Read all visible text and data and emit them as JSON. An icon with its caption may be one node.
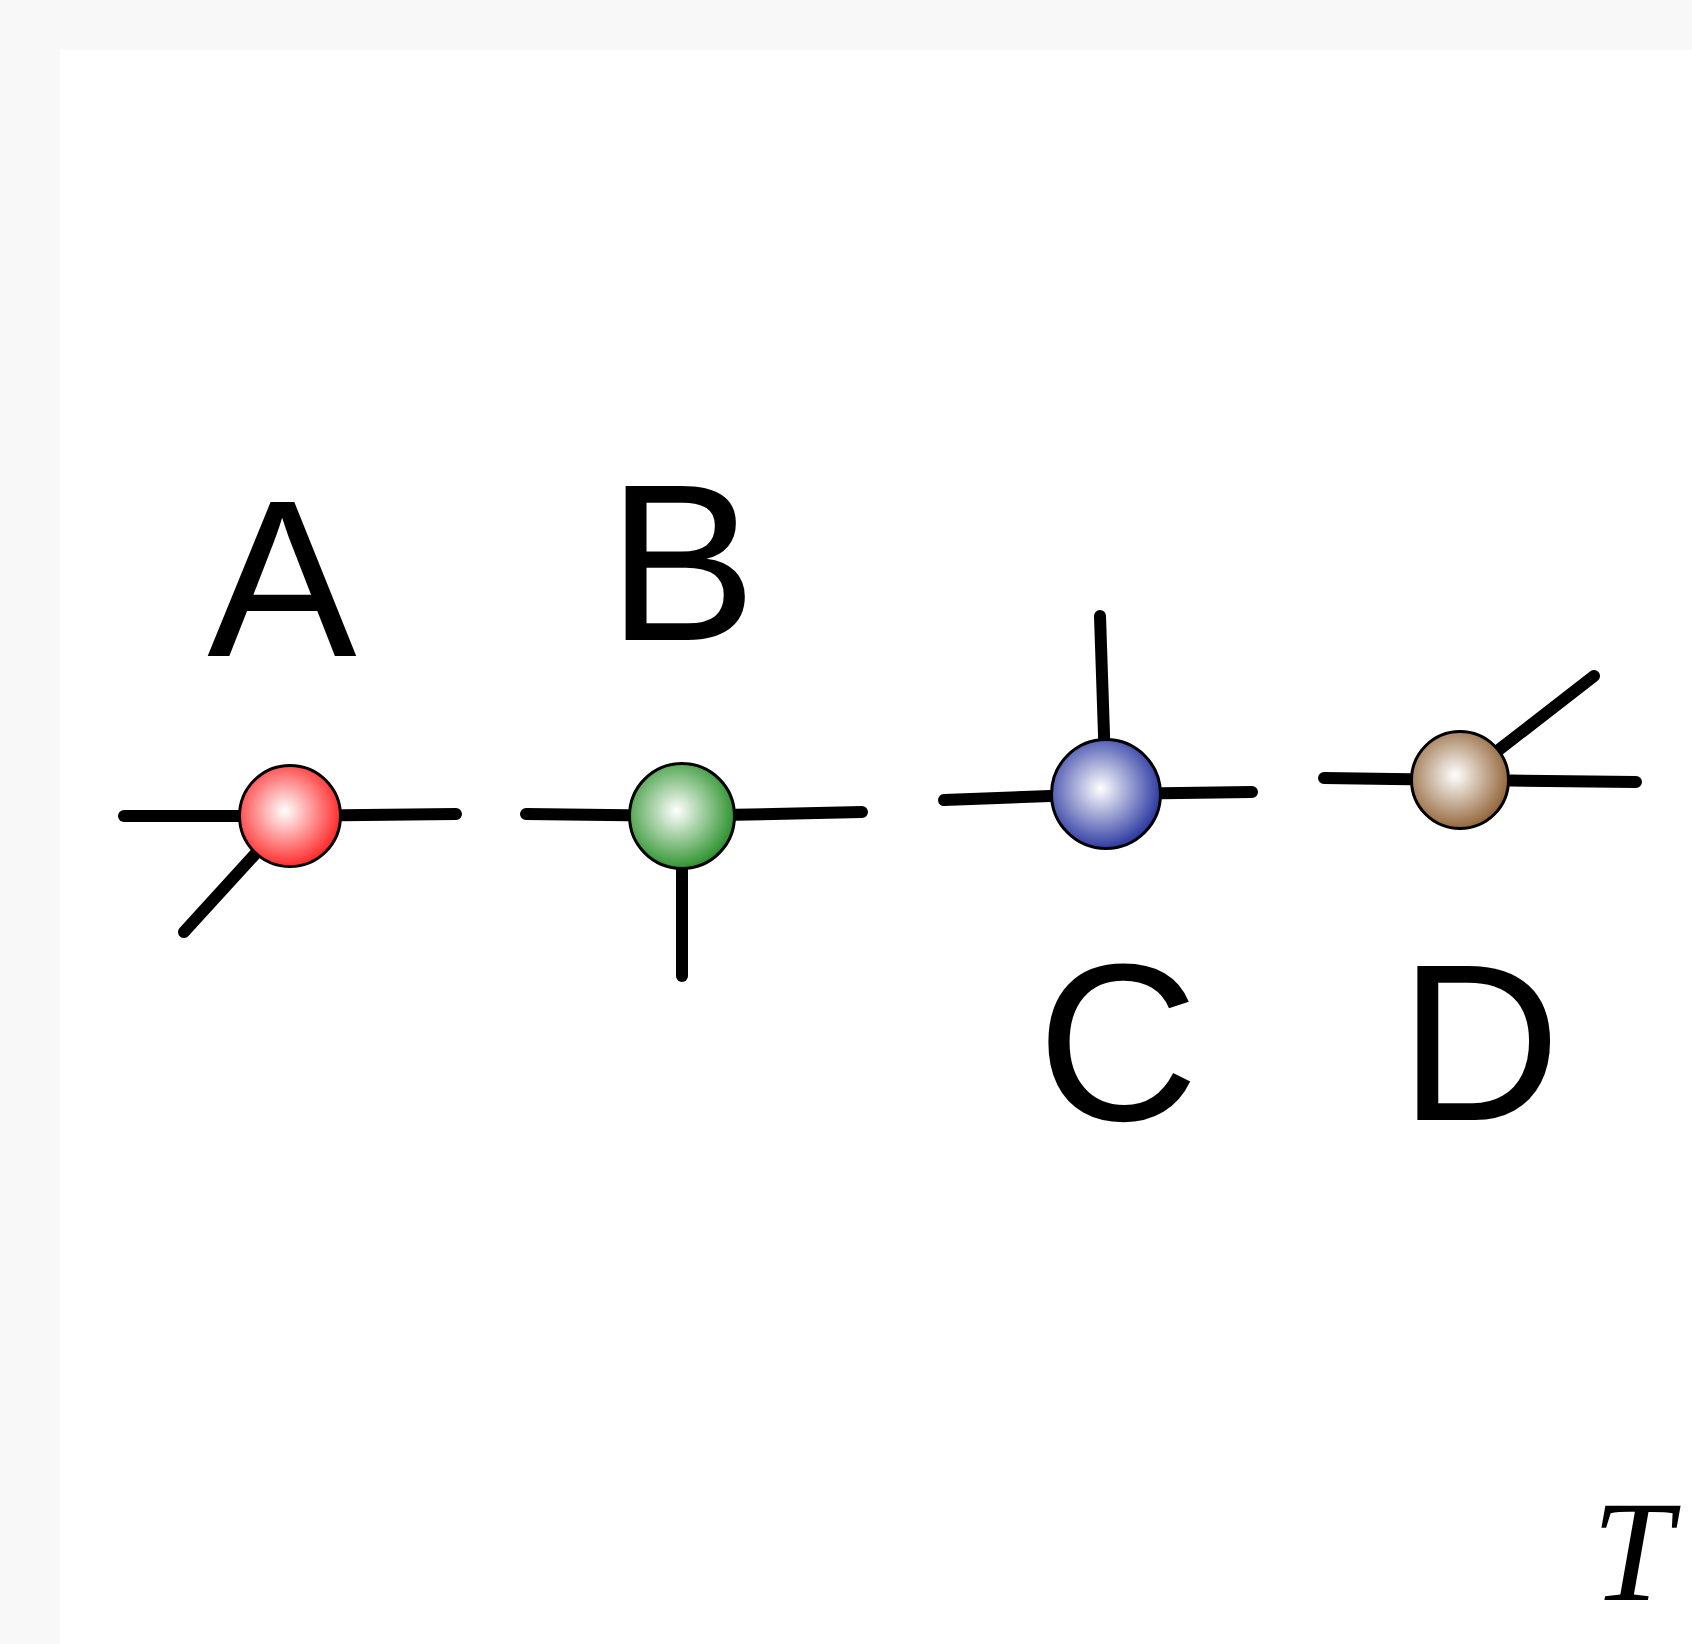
{
  "diagram": {
    "nodes": [
      {
        "text": [],
        "shape": "circle",
        "beside": [
          "A"
        ]
      },
      {
        "text": [],
        "shape": "circle",
        "beside": [
          "B"
        ]
      },
      {
        "text": [],
        "shape": "circle",
        "beside": [
          "C"
        ]
      },
      {
        "text": [],
        "shape": "circle",
        "beside": [
          "D"
        ]
      }
    ],
    "edges": [
      {
        "from": 0,
        "to": null,
        "arrow": "none"
      },
      {
        "from": 0,
        "to": null,
        "arrow": "none"
      },
      {
        "from": 0,
        "to": null,
        "arrow": "none"
      },
      {
        "from": 1,
        "to": null,
        "arrow": "none"
      },
      {
        "from": 1,
        "to": null,
        "arrow": "none"
      },
      {
        "from": 1,
        "to": null,
        "arrow": "none"
      },
      {
        "from": 2,
        "to": null,
        "arrow": "none"
      },
      {
        "from": 2,
        "to": null,
        "arrow": "none"
      },
      {
        "from": 2,
        "to": null,
        "arrow": "none"
      },
      {
        "from": 3,
        "to": null,
        "arrow": "none"
      },
      {
        "from": 3,
        "to": null,
        "arrow": "none"
      },
      {
        "from": 3,
        "to": null,
        "arrow": "none"
      }
    ],
    "labels": [
      "T"
    ]
  }
}
